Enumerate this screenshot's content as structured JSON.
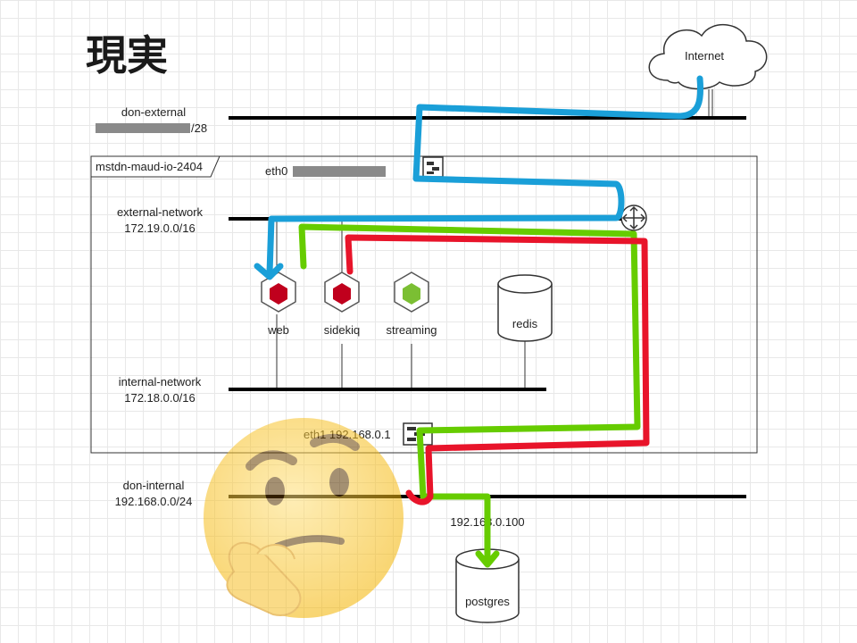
{
  "title": "現実",
  "internet": {
    "label": "Internet"
  },
  "networks": {
    "don_external": {
      "name": "don-external",
      "cidr_suffix": "/28"
    },
    "external_network": {
      "name": "external-network",
      "cidr": "172.19.0.0/16"
    },
    "internal_network": {
      "name": "internal-network",
      "cidr": "172.18.0.0/16"
    },
    "don_internal": {
      "name": "don-internal",
      "cidr": "192.168.0.0/24"
    }
  },
  "host": {
    "name": "mstdn-maud-io-2404",
    "eth0": {
      "label": "eth0"
    },
    "eth1": {
      "label": "eth1 192.168.0.1"
    }
  },
  "services": [
    {
      "name": "web",
      "color": "#c0001d"
    },
    {
      "name": "sidekiq",
      "color": "#c0001d"
    },
    {
      "name": "streaming",
      "color": "#7bbf33"
    }
  ],
  "redis": {
    "label": "redis"
  },
  "postgres": {
    "label": "postgres",
    "ip": "192.168.0.100"
  },
  "paths": [
    {
      "color": "#1a9fd8"
    },
    {
      "color": "#66cc00"
    },
    {
      "color": "#e8142a"
    }
  ]
}
